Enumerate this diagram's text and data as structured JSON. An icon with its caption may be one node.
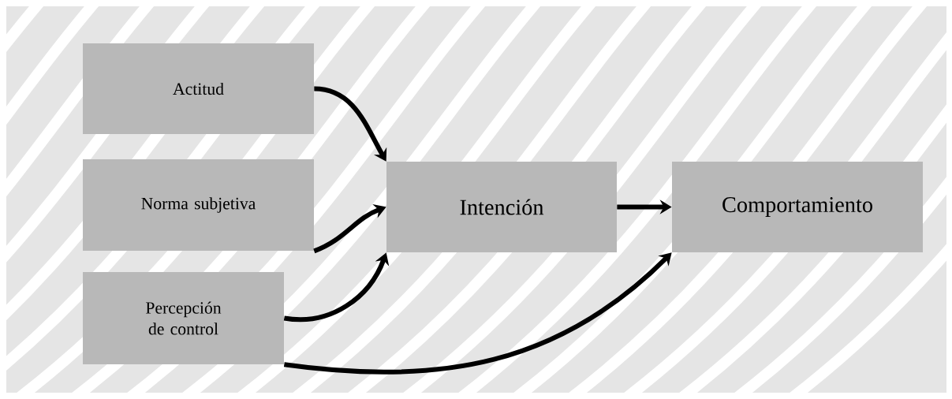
{
  "diagram": {
    "nodes": [
      {
        "text": [
          "Actitud"
        ]
      },
      {
        "text": [
          "Norma subjetiva"
        ]
      },
      {
        "text": [
          "Percepción de control"
        ]
      },
      {
        "text": [
          "Intención"
        ]
      },
      {
        "text": [
          "Comportamiento"
        ]
      }
    ],
    "edges": [
      {
        "from": 0,
        "to": 3,
        "arrow": "to"
      },
      {
        "from": 1,
        "to": 3,
        "arrow": "to"
      },
      {
        "from": 2,
        "to": 3,
        "arrow": "to"
      },
      {
        "from": 3,
        "to": 4,
        "arrow": "to"
      },
      {
        "from": 2,
        "to": 4,
        "arrow": "to"
      }
    ]
  }
}
